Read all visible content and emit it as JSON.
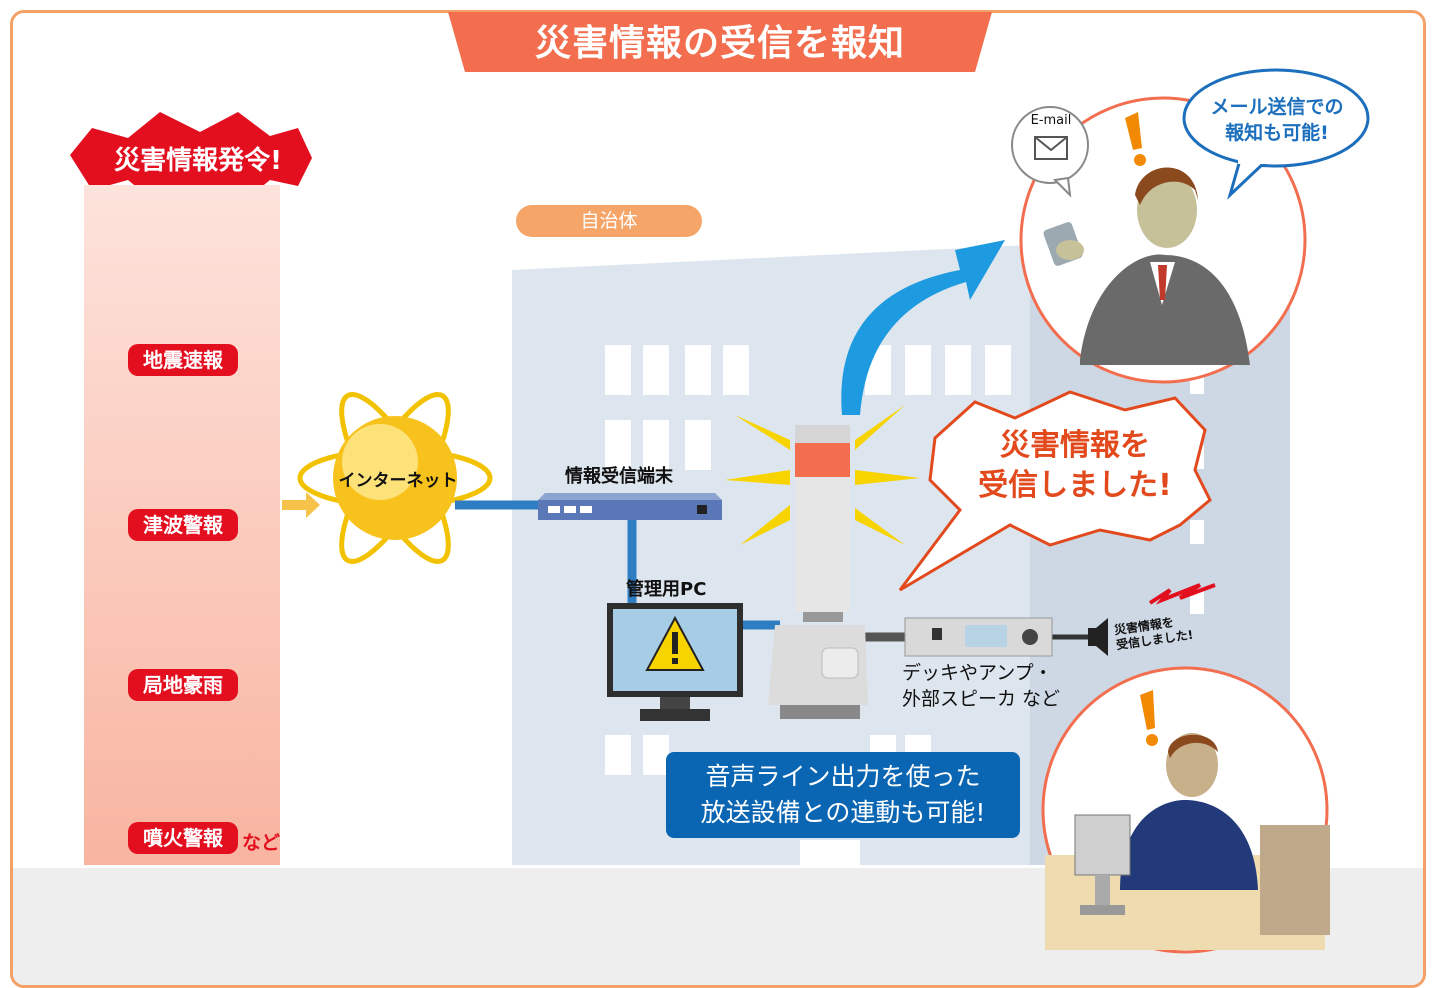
{
  "title": "災害情報の受信を報知",
  "alert_badge": "災害情報発令!",
  "disasters": [
    {
      "label": "地震速報"
    },
    {
      "label": "津波警報"
    },
    {
      "label": "局地豪雨"
    },
    {
      "label": "噴火警報"
    }
  ],
  "disasters_suffix": "など",
  "internet_label": "インターネット",
  "municipality_label": "自治体",
  "receiver_label": "情報受信端末",
  "pc_label": "管理用PC",
  "alert_bubble": {
    "line1": "災害情報を",
    "line2": "受信しました!"
  },
  "email_label": "E-mail",
  "email_bubble": {
    "line1": "メール送信での",
    "line2": "報知も可能!"
  },
  "speaker_bubble": {
    "line1": "災害情報を",
    "line2": "受信しました!"
  },
  "equipment_label": {
    "line1": "デッキやアンプ・",
    "line2": "外部スピーカ など"
  },
  "broadcast_box": {
    "line1": "音声ライン出力を使った",
    "line2": "放送設備との連動も可能!"
  },
  "colors": {
    "accent_orange": "#f26e4f",
    "alert_red": "#e30f1f",
    "broadcast_blue": "#0a66b3",
    "line_blue": "#2f7dc3"
  }
}
